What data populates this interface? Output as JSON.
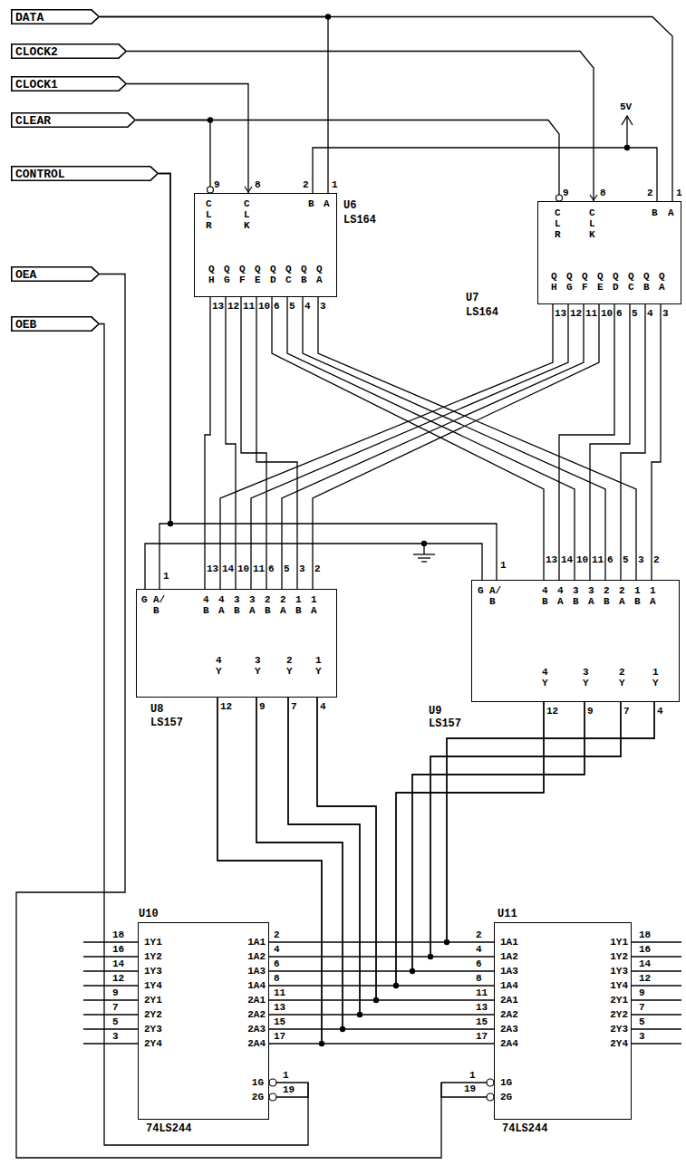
{
  "diagram": {
    "nodes": [
      {
        "text": [
          "DATA"
        ]
      },
      {
        "text": [
          "CLOCK2"
        ]
      },
      {
        "text": [
          "CLOCK1"
        ]
      },
      {
        "text": [
          "CLEAR"
        ]
      },
      {
        "text": [
          "CONTROL"
        ]
      },
      {
        "text": [
          "U6",
          "LS164",
          "CLR",
          "CLK",
          "B",
          "A",
          "QH",
          "QG",
          "QF",
          "QE",
          "QD",
          "QC",
          "QB",
          "QA"
        ]
      },
      {
        "text": [
          "U7",
          "LS164",
          "CLR",
          "CLK",
          "B",
          "A",
          "QH",
          "QG",
          "QF",
          "QE",
          "QD",
          "QC",
          "QB",
          "QA"
        ]
      },
      {
        "text": [
          "OEA"
        ]
      },
      {
        "text": [
          "OEB"
        ]
      },
      {
        "text": [
          "U8",
          "LS157",
          "G",
          "A/B",
          "4B",
          "4A",
          "3B",
          "3A",
          "2B",
          "2A",
          "1B",
          "1A",
          "4Y",
          "3Y",
          "2Y",
          "1Y"
        ]
      },
      {
        "text": [
          "U9",
          "LS157",
          "G",
          "A/B",
          "4B",
          "4A",
          "3B",
          "3A",
          "2B",
          "2A",
          "1B",
          "1A",
          "4Y",
          "3Y",
          "2Y",
          "1Y"
        ]
      },
      {
        "text": [
          "U10",
          "74LS244",
          "1Y1",
          "1Y2",
          "1Y3",
          "1Y4",
          "2Y1",
          "2Y2",
          "2Y3",
          "2Y4",
          "1A1",
          "1A2",
          "1A3",
          "1A4",
          "2A1",
          "2A2",
          "2A3",
          "2A4",
          "1G",
          "2G"
        ]
      },
      {
        "text": [
          "U11",
          "74LS244",
          "1A1",
          "1A2",
          "1A3",
          "1A4",
          "2A1",
          "2A2",
          "2A3",
          "2A4",
          "1Y1",
          "1Y2",
          "1Y3",
          "1Y4",
          "2Y1",
          "2Y2",
          "2Y3",
          "2Y4",
          "1G",
          "2G"
        ]
      }
    ],
    "edges": [
      {
        "from": 0,
        "to": 5,
        "arrow": "none"
      },
      {
        "from": 0,
        "to": 6,
        "arrow": "none"
      },
      {
        "from": 2,
        "to": 5,
        "arrow": "none"
      },
      {
        "from": 1,
        "to": 6,
        "arrow": "none"
      },
      {
        "from": 3,
        "to": 5,
        "arrow": "none"
      },
      {
        "from": 3,
        "to": 6,
        "arrow": "none"
      },
      {
        "from": 4,
        "to": 9,
        "arrow": "none"
      },
      {
        "from": 4,
        "to": 10,
        "arrow": "none"
      },
      {
        "from": 5,
        "to": 9,
        "arrow": "none"
      },
      {
        "from": 5,
        "to": 10,
        "arrow": "none"
      },
      {
        "from": 6,
        "to": 9,
        "arrow": "none"
      },
      {
        "from": 6,
        "to": 10,
        "arrow": "none"
      },
      {
        "from": 9,
        "to": 11,
        "arrow": "none"
      },
      {
        "from": 9,
        "to": 12,
        "arrow": "none"
      },
      {
        "from": 10,
        "to": 11,
        "arrow": "none"
      },
      {
        "from": 10,
        "to": 12,
        "arrow": "none"
      },
      {
        "from": 8,
        "to": 11,
        "arrow": "none"
      },
      {
        "from": 7,
        "to": 12,
        "arrow": "none"
      }
    ],
    "labels": [
      "5V",
      "9",
      "8",
      "2",
      "1",
      "13",
      "12",
      "11",
      "10",
      "6",
      "5",
      "4",
      "3",
      "9",
      "8",
      "2",
      "1",
      "13",
      "12",
      "11",
      "10",
      "6",
      "5",
      "4",
      "3",
      "1",
      "13",
      "14",
      "10",
      "11",
      "6",
      "5",
      "3",
      "2",
      "12",
      "9",
      "7",
      "4",
      "1",
      "13",
      "14",
      "10",
      "11",
      "6",
      "5",
      "3",
      "2",
      "12",
      "9",
      "7",
      "4",
      "18",
      "16",
      "14",
      "12",
      "9",
      "7",
      "5",
      "3",
      "2",
      "4",
      "6",
      "8",
      "11",
      "13",
      "15",
      "17",
      "1",
      "19",
      "2",
      "4",
      "6",
      "8",
      "11",
      "13",
      "15",
      "17",
      "18",
      "16",
      "14",
      "12",
      "9",
      "7",
      "5",
      "3",
      "1",
      "19"
    ]
  }
}
